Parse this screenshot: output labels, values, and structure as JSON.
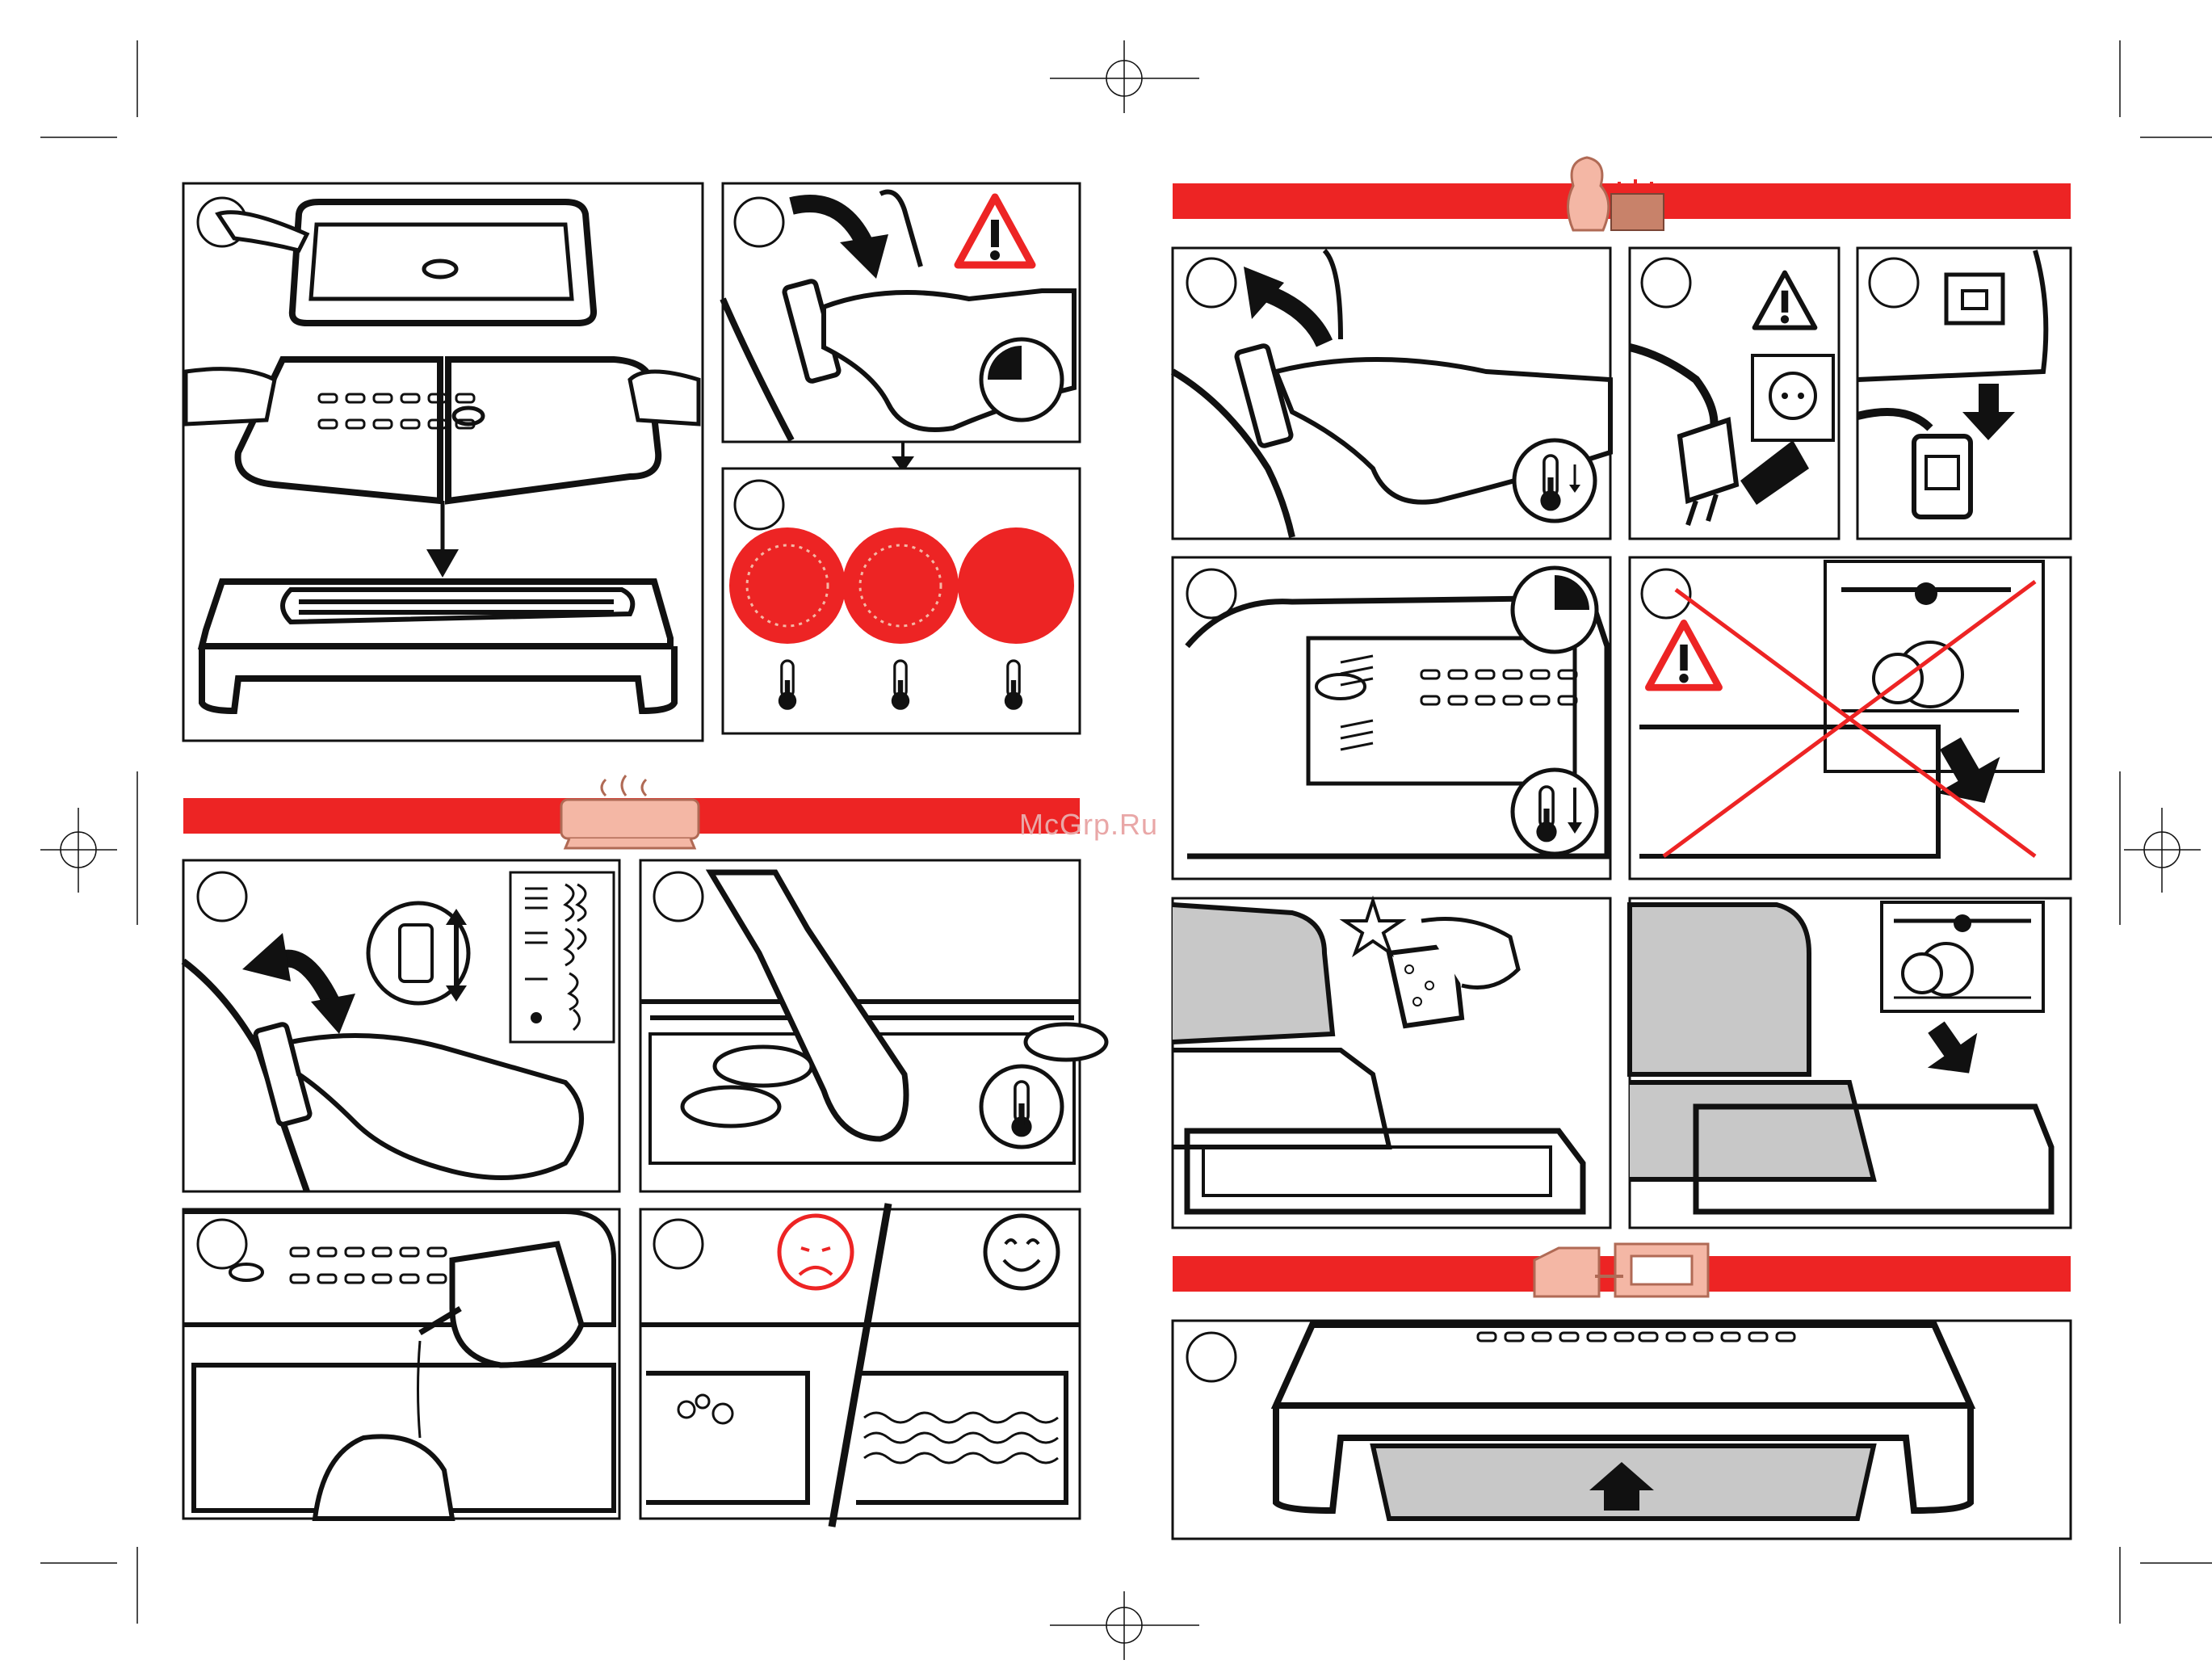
{
  "document": {
    "watermark": "McGrp.Ru",
    "colors": {
      "accent": "#ed2424",
      "pale_accent": "#f4b7a5",
      "line": "#111111",
      "grey_tray": "#c8c8c8"
    },
    "panels": [
      {
        "id": "left-1",
        "icon": "assembly-hands-icon"
      },
      {
        "id": "left-2",
        "icon": "warning-triangle-icon"
      },
      {
        "id": "left-3",
        "icon": "thermostat-light-icon"
      },
      {
        "id": "left-4",
        "icon": "thermostat-dial-icon"
      },
      {
        "id": "left-5",
        "icon": "spatula-icon"
      },
      {
        "id": "left-6",
        "icon": "water-jug-icon"
      },
      {
        "id": "left-7",
        "icon": "smiley-icon"
      },
      {
        "id": "right-1",
        "icon": "thermometer-down-icon"
      },
      {
        "id": "right-2",
        "icon": "unplug-icon"
      },
      {
        "id": "right-3",
        "icon": "cord-icon"
      },
      {
        "id": "right-4",
        "icon": "timer-icon"
      },
      {
        "id": "right-5",
        "icon": "no-dishwasher-icon"
      },
      {
        "id": "right-6",
        "icon": "sponge-icon"
      },
      {
        "id": "right-7",
        "icon": "dishwasher-icon"
      },
      {
        "id": "right-8",
        "icon": "drip-tray-icon"
      }
    ],
    "section_icons": [
      "cooking-section-icon",
      "cleaning-section-icon",
      "storage-section-icon"
    ]
  }
}
